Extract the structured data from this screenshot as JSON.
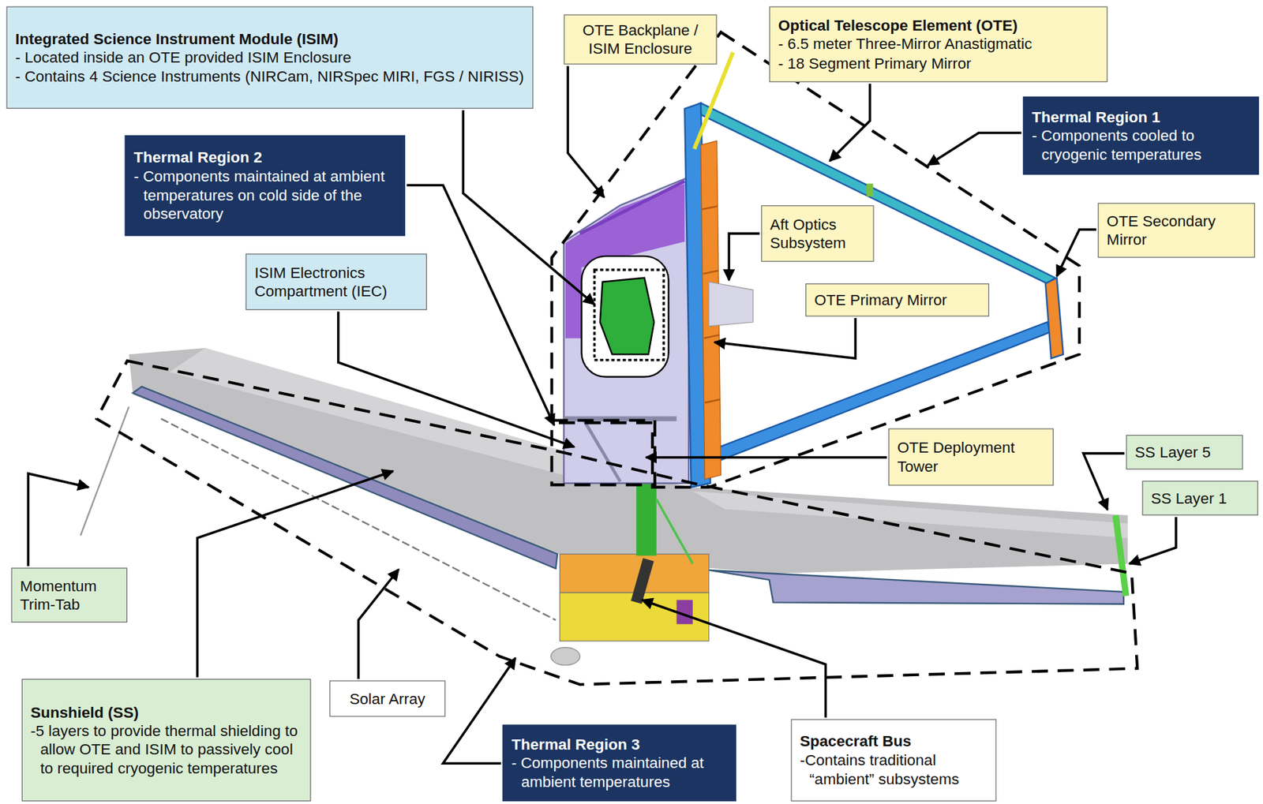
{
  "diagram": {
    "nodes": [
      {
        "text": [
          "Integrated Science Instrument Module (ISIM)",
          "- Located inside an OTE provided ISIM Enclosure",
          "- Contains 4 Science Instruments (NIRCam, NIRSpec MIRI, FGS / NIRISS)"
        ]
      },
      {
        "text": [
          "OTE Backplane / ISIM Enclosure"
        ]
      },
      {
        "text": [
          "Optical Telescope Element (OTE)",
          "- 6.5 meter Three-Mirror Anastigmatic",
          "- 18 Segment Primary Mirror"
        ]
      },
      {
        "text": [
          "Thermal Region 1",
          "- Components cooled to cryogenic temperatures"
        ]
      },
      {
        "text": [
          "Thermal Region 2",
          "- Components maintained at ambient temperatures on cold side of the observatory"
        ]
      },
      {
        "text": [
          "Aft Optics Subsystem"
        ]
      },
      {
        "text": [
          "OTE Secondary Mirror"
        ]
      },
      {
        "text": [
          "ISIM Electronics Compartment (IEC)"
        ]
      },
      {
        "text": [
          "OTE Primary Mirror"
        ]
      },
      {
        "text": [
          "OTE Deployment Tower"
        ]
      },
      {
        "text": [
          "SS Layer 5"
        ]
      },
      {
        "text": [
          "SS Layer 1"
        ]
      },
      {
        "text": [
          "Momentum Trim-Tab"
        ]
      },
      {
        "text": [
          "Sunshield (SS)",
          "-5 layers to provide thermal shielding to allow OTE and ISIM to passively cool to required cryogenic temperatures"
        ]
      },
      {
        "text": [
          "Solar Array"
        ]
      },
      {
        "text": [
          "Thermal Region 3",
          "- Components maintained at ambient temperatures"
        ]
      },
      {
        "text": [
          "Spacecraft Bus",
          "-Contains traditional “ambient” subsystems"
        ]
      }
    ]
  }
}
